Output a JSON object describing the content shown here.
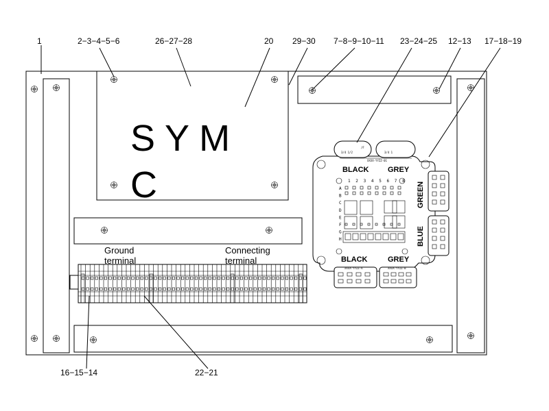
{
  "callouts": [
    {
      "id": "c1",
      "text": "1"
    },
    {
      "id": "c2",
      "text": "2−3−4−5−6"
    },
    {
      "id": "c3",
      "text": "26−27−28"
    },
    {
      "id": "c4",
      "text": "20"
    },
    {
      "id": "c5",
      "text": "29−30"
    },
    {
      "id": "c6",
      "text": "7−8−9−10−11"
    },
    {
      "id": "c7",
      "text": "23−24−25"
    },
    {
      "id": "c8",
      "text": "12−13"
    },
    {
      "id": "c9",
      "text": "17−18−19"
    },
    {
      "id": "c10",
      "text": "16−15−14"
    },
    {
      "id": "c11",
      "text": "22−21"
    }
  ],
  "brand": {
    "line1": "S Y M",
    "line2": "C"
  },
  "terminal_labels": {
    "ground_line1": "Ground",
    "ground_line2": "terminal",
    "connecting_line1": "Connecting",
    "connecting_line2": "terminal"
  },
  "connector_labels": {
    "black_top": "BLACK",
    "grey_top": "GREY",
    "green": "GREEN",
    "blue": "BLUE",
    "black_bottom": "BLACK",
    "grey_bottom": "GREY"
  },
  "column_numbers": [
    "1",
    "2",
    "3",
    "4",
    "5",
    "6",
    "7",
    "8"
  ],
  "row_letters": [
    "A",
    "B",
    "C",
    "D",
    "E",
    "F",
    "G",
    "H"
  ]
}
